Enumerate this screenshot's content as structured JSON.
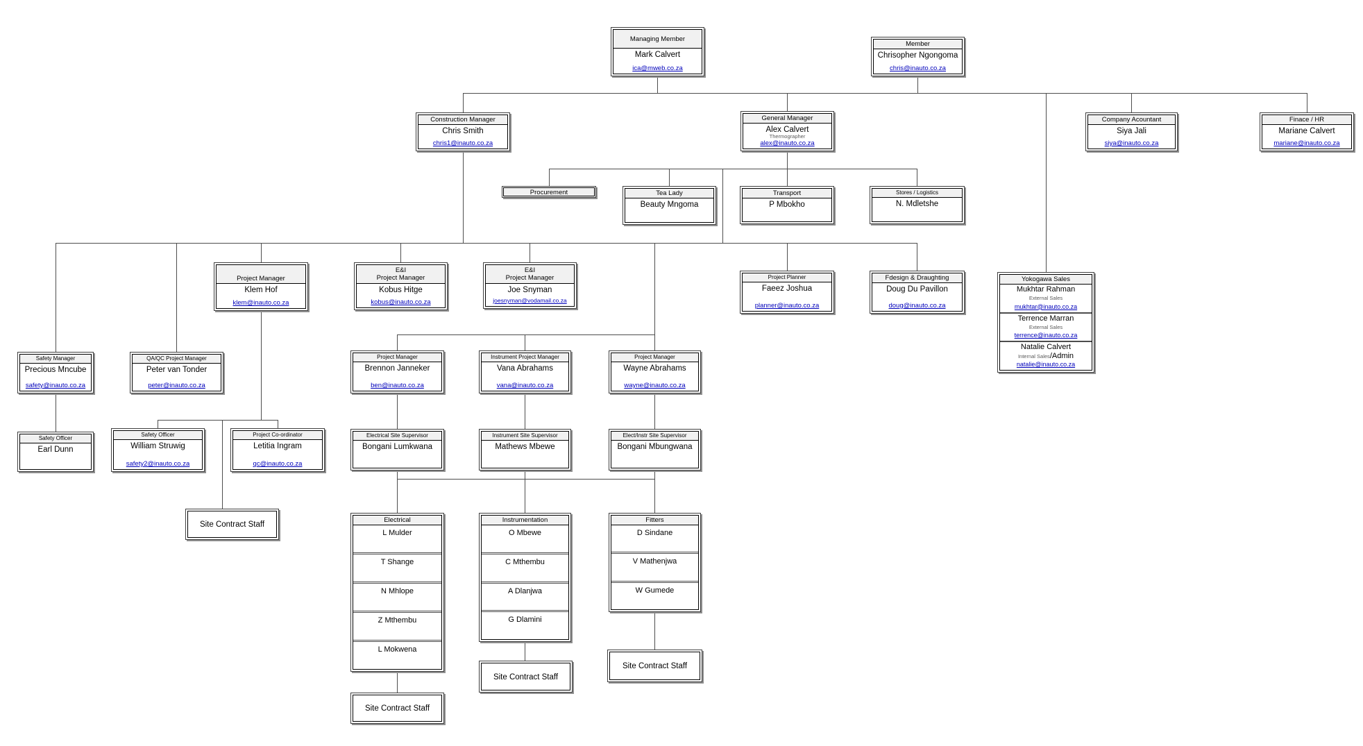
{
  "palette": {
    "background": "#ffffff",
    "box_fill": "#ffffff",
    "header_fill": "#f1f1f1",
    "box_border": "#000000",
    "box_shadow": "#8f8f8f",
    "connector": "#4d4d4d",
    "email_link": "#0000bb",
    "text": "#000000"
  },
  "nodes": {
    "managing_member": {
      "title": "Managing Member",
      "name": "Mark Calvert",
      "email": "ica@mweb.co.za"
    },
    "member": {
      "title": "Member",
      "name": "Chrisopher Ngongoma",
      "email": "chris@inauto.co.za"
    },
    "construction_manager": {
      "title": "Construction Manager",
      "name": "Chris Smith",
      "email": "chris1@inauto.co.za"
    },
    "general_manager": {
      "title": "General Manager",
      "name": "Alex Calvert",
      "sub": "Thermographer",
      "email": "alex@inauto.co.za"
    },
    "company_accountant": {
      "title": "Company Acountant",
      "name": "Siya Jali",
      "email": "siya@inauto.co.za"
    },
    "finance_hr": {
      "title": "Finace / HR",
      "name": "Mariane Calvert",
      "email": "mariane@inauto.co.za"
    },
    "procurement": {
      "title": "Procurement"
    },
    "tea_lady": {
      "title": "Tea Lady",
      "name": "Beauty Mngoma"
    },
    "transport": {
      "title": "Transport",
      "name": "P Mbokho"
    },
    "stores_logistics": {
      "title": "Stores / Logistics",
      "name": "N. Mdletshe"
    },
    "pm_klem": {
      "title": "Project Manager",
      "name": "Klem Hof",
      "email": "klem@inauto.co.za"
    },
    "ei_pm_kobus": {
      "title_line1": "E&I",
      "title_line2": "Project Manager",
      "name": "Kobus Hitge",
      "email": "kobus@inauto.co.za"
    },
    "ei_pm_joe": {
      "title_line1": "E&I",
      "title_line2": "Project Manager",
      "name": "Joe Snyman",
      "email": "joesnyman@vodamail.co.za"
    },
    "project_planner": {
      "title": "Project Planner",
      "name": "Faeez Joshua",
      "email": "planner@inauto.co.za"
    },
    "fdesign_draughting": {
      "title": "Fdesign & Draughting",
      "name": "Doug Du Pavillon",
      "email": "doug@inauto.co.za"
    },
    "yokogawa_sales": {
      "title": "Yokogawa Sales",
      "people": [
        {
          "name": "Mukhtar Rahman",
          "sub": "External Sales",
          "email": "mukhtar@inauto.co.za"
        },
        {
          "name": "Terrence Marran",
          "sub": "External Sales",
          "email": "terrence@inauto.co.za"
        },
        {
          "name": "Natalie Calvert",
          "sub": "Internal Sales",
          "sub_large": "/Admin",
          "email": "natalie@inauto.co.za"
        }
      ]
    },
    "safety_manager": {
      "title": "Safety Manager",
      "name": "Precious Mncube",
      "email": "safety@inauto.co.za"
    },
    "qaqc_pm": {
      "title": "QA/QC Project Manager",
      "name": "Peter van Tonder",
      "email": "peter@inauto.co.za"
    },
    "pm_brennon": {
      "title": "Project Manager",
      "name": "Brennon Janneker",
      "email": "ben@inauto.co.za"
    },
    "instr_pm_vana": {
      "title": "Instrument Project Manager",
      "name": "Vana Abrahams",
      "email": "vana@inauto.co.za"
    },
    "pm_wayne": {
      "title": "Project Manager",
      "name": "Wayne Abrahams",
      "email": "wayne@inauto.co.za"
    },
    "safety_officer_earl": {
      "title": "Safety Officer",
      "name": "Earl Dunn"
    },
    "safety_officer_william": {
      "title": "Safety Officer",
      "name": "William Struwig",
      "email": "safety2@inauto.co.za"
    },
    "project_coordinator": {
      "title": "Project Co-ordinator",
      "name": "Letitia Ingram",
      "email": "qc@inauto.co.za"
    },
    "electrical_site_supervisor": {
      "title": "Electrical Site Supervisor",
      "name": "Bongani Lumkwana"
    },
    "instrument_site_supervisor": {
      "title": "Instrument Site Supervisor",
      "name": "Mathews Mbewe"
    },
    "electinstr_site_supervisor": {
      "title": "Elect/Instr Site Supervisor",
      "name": "Bongani Mbungwana"
    },
    "scs_mid": {
      "name": "Site Contract Staff"
    },
    "electrical": {
      "title": "Electrical",
      "members": [
        "L Mulder",
        "T Shange",
        "N Mhlope",
        "Z Mthembu",
        "L Mokwena"
      ]
    },
    "instrumentation": {
      "title": "Instrumentation",
      "members": [
        "O Mbewe",
        "C Mthembu",
        "A Dlanjwa",
        "G Dlamini"
      ]
    },
    "fitters": {
      "title": "Fitters",
      "members": [
        "D Sindane",
        "V Mathenjwa",
        "W Gumede"
      ]
    },
    "scs_electrical": {
      "name": "Site Contract Staff"
    },
    "scs_instrumentation": {
      "name": "Site Contract Staff"
    },
    "scs_fitters": {
      "name": "Site Contract Staff"
    }
  }
}
